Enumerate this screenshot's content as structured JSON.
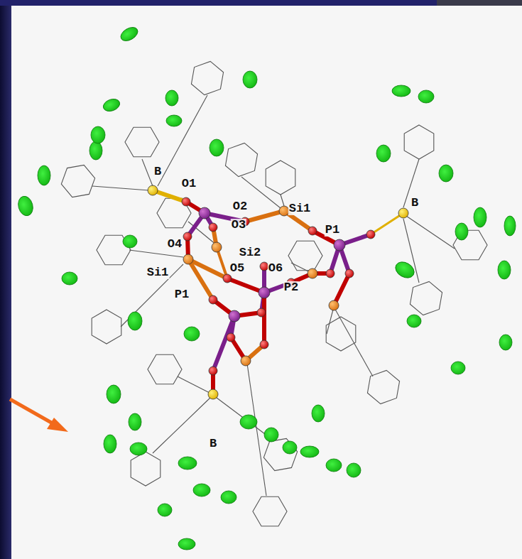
{
  "diagram": {
    "labels": [
      "B",
      "O1",
      "O2",
      "Si1",
      "B",
      "O3",
      "P1",
      "O4",
      "Si2",
      "O5",
      "O6",
      "Si1",
      "P2",
      "P1",
      "B"
    ]
  }
}
